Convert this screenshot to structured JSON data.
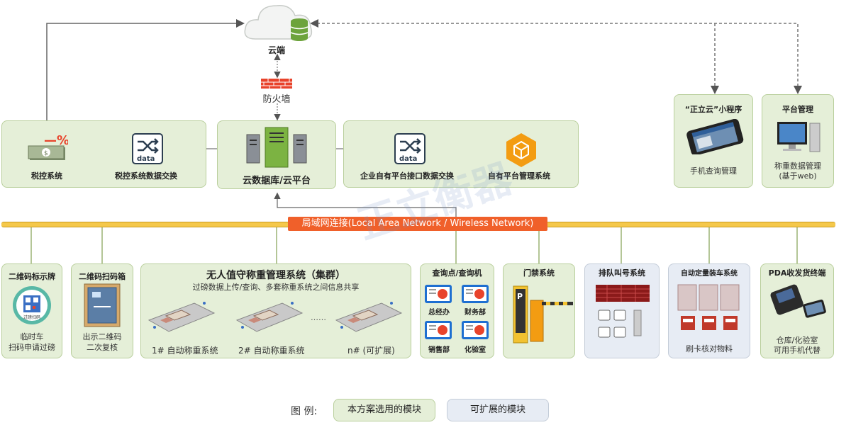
{
  "cloud": {
    "label": "云端"
  },
  "firewall": {
    "label": "防火墙"
  },
  "top_row": {
    "tax_control": "税控系统",
    "tax_data_exchange": "税控系统数据交换",
    "cloud_db": "云数据库/云平台",
    "enterprise_interface": "企业自有平台接口数据交换",
    "enterprise_platform": "自有平台管理系统",
    "data_icon_text": "data",
    "percent_sign": "—%"
  },
  "mini_program": {
    "title": "“正立云”小程序",
    "caption": "手机查询管理"
  },
  "platform_mgmt": {
    "title": "平台管理",
    "caption_line1": "称重数据管理",
    "caption_line2": "(基于web)"
  },
  "network": {
    "label": "局域网连接(Local Area Network / Wireless Network)"
  },
  "watermark": "正立衡器",
  "bottom": {
    "qr_sign": {
      "title": "二维码标示牌",
      "qr_text": "过磅扫码",
      "caption_line1": "临时车",
      "caption_line2": "扫码申请过磅"
    },
    "qr_box": {
      "title": "二维码扫码箱",
      "caption_line1": "出示二维码",
      "caption_line2": "二次复核"
    },
    "unmanned": {
      "title": "无人值守称重管理系统（集群）",
      "subtitle": "过磅数据上传/查询、多套称重系统之间信息共享",
      "scale1": "1# 自动称重系统",
      "scale2": "2# 自动称重系统",
      "scalen": "n# (可扩展)",
      "ellipsis": "……"
    },
    "query": {
      "title": "查询点/查询机",
      "items": [
        "总经办",
        "财务部",
        "销售部",
        "化验室"
      ]
    },
    "gate": {
      "title": "门禁系统",
      "sign_letter": "P"
    },
    "queue": {
      "title": "排队叫号系统"
    },
    "loading": {
      "title": "自动定量装车系统",
      "caption": "刷卡核对物料"
    },
    "pda": {
      "title": "PDA收发货终端",
      "caption_line1": "仓库/化验室",
      "caption_line2": "可用手机代替"
    }
  },
  "legend": {
    "prefix": "图 例:",
    "selected": "本方案选用的模块",
    "expandable": "可扩展的模块"
  },
  "colors": {
    "selected_fill": "#e5efd8",
    "expandable_fill": "#e7ecf4",
    "network_bar": "#f5c84a",
    "network_label": "#f0602a",
    "firewall": "#e8432b"
  }
}
